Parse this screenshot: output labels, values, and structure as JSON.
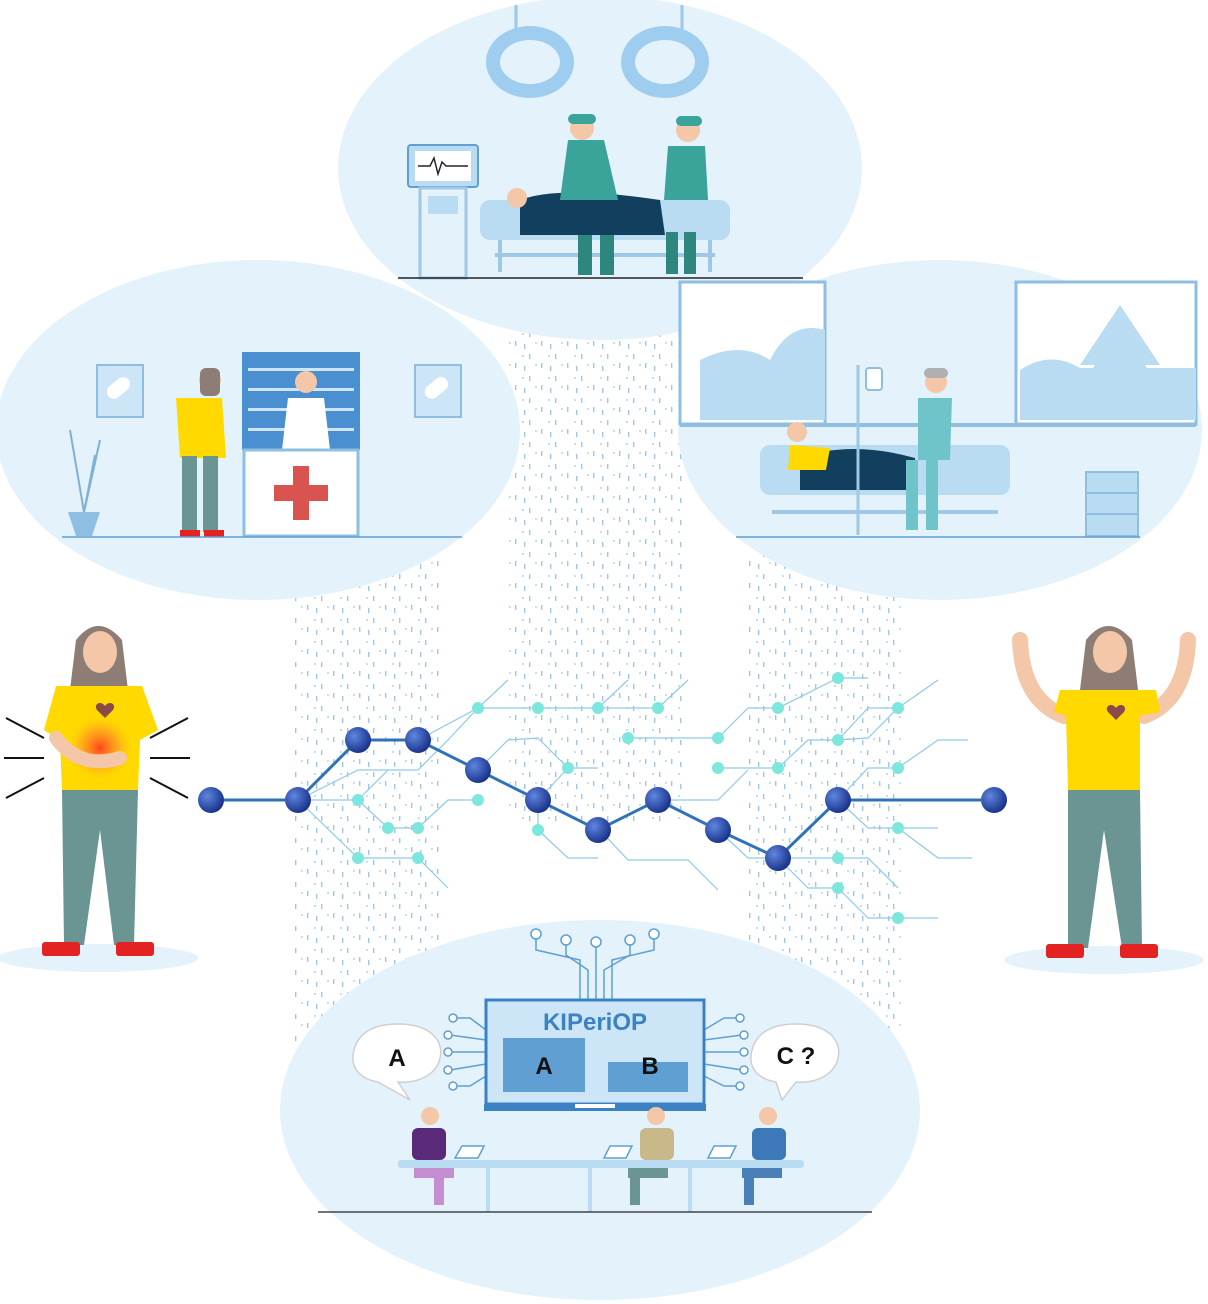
{
  "platform": {
    "title": "KIPeriOP",
    "panel_left_label": "A",
    "panel_right_label": "B"
  },
  "speech": {
    "left": "A",
    "right": "C ?"
  },
  "colors": {
    "scene_bg": "#e4f2fb",
    "light_blue": "#b9dcf3",
    "mid_blue": "#5f9fd2",
    "scrub_teal": "#3aa39a",
    "patient_yellow": "#ffd900",
    "trousers": "#6a9593",
    "shoes": "#e32222",
    "path_blue": "#2f72b8",
    "node_dark": "#1f3f9a",
    "node_cyan": "#7de6dd",
    "pain_red": "#ff5a2c"
  },
  "icons": [
    "operating-lamp-icon",
    "heart-monitor-icon",
    "pill-icon",
    "pharmacy-cross-icon",
    "iv-drip-icon",
    "heart-icon",
    "laptop-icon"
  ]
}
